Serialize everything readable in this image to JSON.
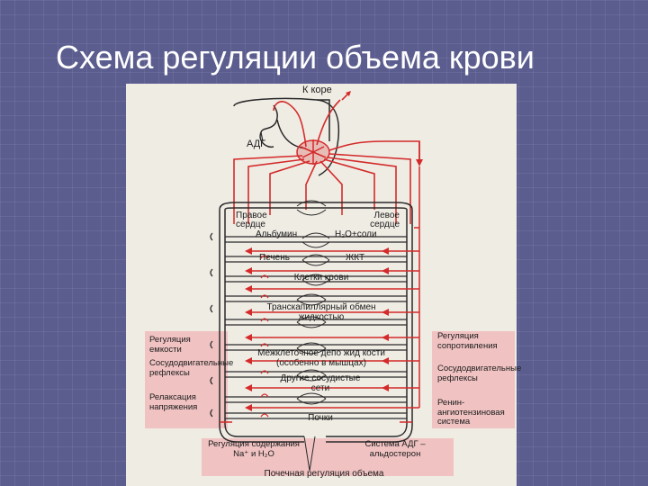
{
  "slide": {
    "title": "Схема регуляции объема крови"
  },
  "diagram": {
    "top": {
      "k_kore": "К коре",
      "adg": "АДГ"
    },
    "compartments": [
      {
        "left": "Правое сердце",
        "right": "Левое сердце"
      },
      {
        "left": "Альбумин",
        "right": "H₂O+соли"
      },
      {
        "left": "Печень",
        "right": "ЖКТ"
      },
      {
        "center": "Клетки крови"
      },
      {
        "center": "Транскапиллярный обмен жидкостью"
      },
      {
        "center": "Межклеточное депо жид кости (особенно в мышцах)"
      },
      {
        "center": "Другие сосудистые сети"
      },
      {
        "center": "Почки"
      }
    ],
    "left_panel": [
      "Регуляция емкости",
      "Сосудодвигательные рефлексы",
      "Релаксация напряжения"
    ],
    "right_panel": [
      "Регуляция сопротивления",
      "Сосудодвигательные рефлексы",
      "Ренин-ангиотензиновая система"
    ],
    "bottom": {
      "left": "Регуляция содержания Na⁺ и H₂O",
      "right": "Система АДГ – альдостерон",
      "footer": "Почечная регуляция объема"
    },
    "colors": {
      "arrow_red": "#d42a2a",
      "panel_pink": "#f0c2c2",
      "line_dark": "#2a2a2a",
      "paper": "#efece4",
      "background": "#5b5d8f"
    }
  }
}
